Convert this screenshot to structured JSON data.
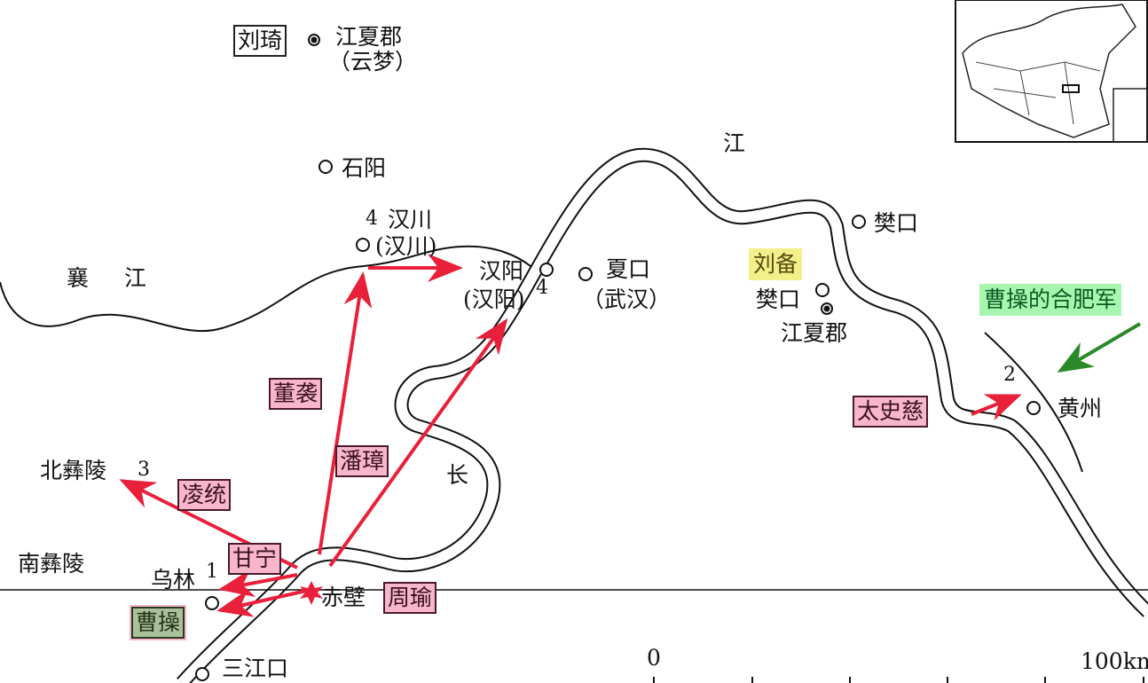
{
  "places": {
    "jiangxia_top": "江夏郡",
    "yunmeng": "（云梦）",
    "shiyang": "石阳",
    "hanchuan": "汉川",
    "hanchuan_paren": "(汉川)",
    "hanyang": "汉阳",
    "hanyang_paren": "(汉阳)",
    "xiakou": "夏口",
    "wuhan_paren": "（武汉）",
    "fankou_top": "樊口",
    "fankou": "樊口",
    "jiangxia": "江夏郡",
    "huangzhou": "黄州",
    "beiyiling": "北彝陵",
    "nanyiling": "南彝陵",
    "wulin": "乌林",
    "chibi": "赤壁",
    "sanjiangkou": "三江口"
  },
  "rivers": {
    "xiang": "襄",
    "xiang2": "江",
    "jiang": "江",
    "chang": "长"
  },
  "numbers": {
    "n1": "1",
    "n2": "2",
    "n3": "3",
    "n4a": "4",
    "n4b": "4"
  },
  "people": {
    "liuqi": "刘琦",
    "liubei": "刘备",
    "caocao_hefei": "曹操的合肥军",
    "taishici": "太史慈",
    "dongxi": "董袭",
    "panzhang": "潘璋",
    "lingtong": "凌统",
    "ganning": "甘宁",
    "zhouyu": "周瑜",
    "caocao": "曹操"
  },
  "scale": {
    "start": "0",
    "end": "100km"
  },
  "colors": {
    "arrow_red": "#e8203a",
    "arrow_green": "#2a8a2a",
    "pink": "#f7b6cb",
    "yellow": "#f2f08a",
    "green": "#a8f5b0"
  }
}
